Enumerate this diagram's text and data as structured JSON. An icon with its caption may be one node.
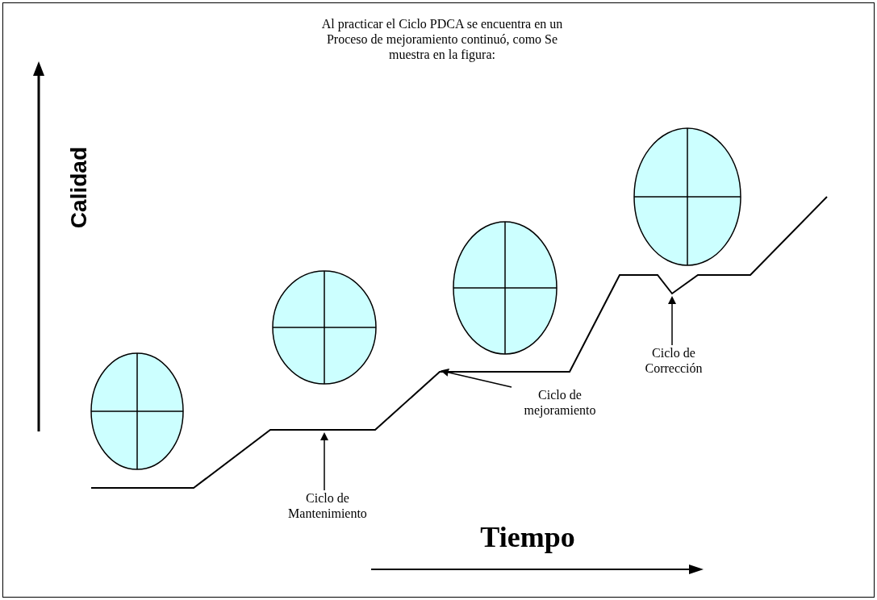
{
  "diagram": {
    "title": "Al practicar el Ciclo PDCA se encuentra en un Proceso de mejoramiento continuó, como Se muestra en la figura:",
    "nodes": [
      {
        "text": [],
        "shape": "circle"
      },
      {
        "text": [],
        "shape": "circle"
      },
      {
        "text": [],
        "shape": "circle"
      },
      {
        "text": [],
        "shape": "circle"
      },
      {
        "text": [
          "Ciclo de Mantenimiento"
        ]
      },
      {
        "text": [
          "Ciclo de mejoramiento"
        ]
      },
      {
        "text": [
          "Ciclo de Corrección"
        ]
      }
    ],
    "edges": [
      {
        "from": 4,
        "to": null,
        "arrow": "to"
      },
      {
        "from": 5,
        "to": null,
        "arrow": "to"
      },
      {
        "from": 6,
        "to": null,
        "arrow": "to"
      }
    ],
    "labels": [
      "Calidad",
      "Tiempo"
    ]
  }
}
